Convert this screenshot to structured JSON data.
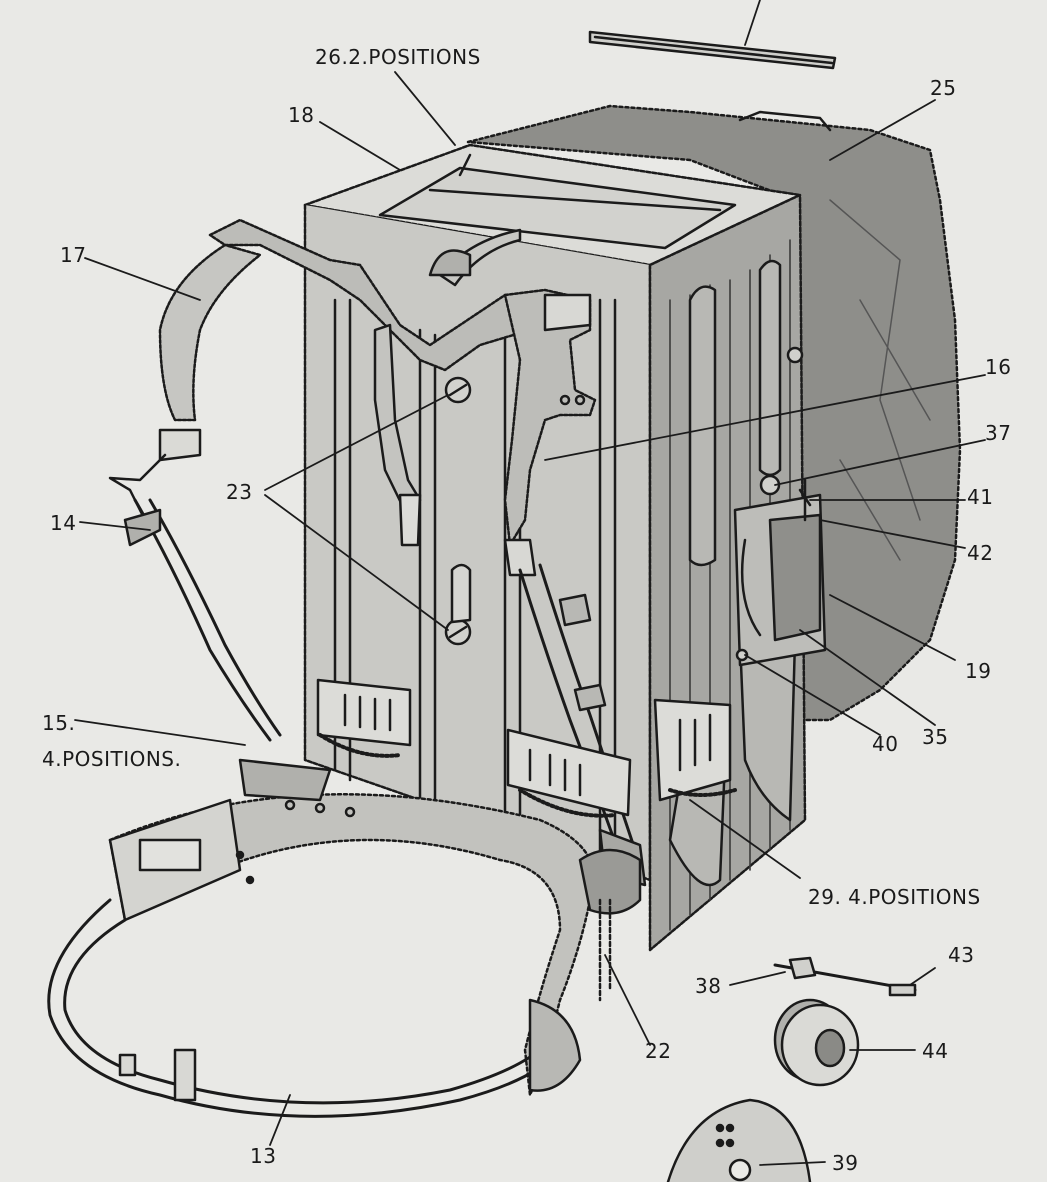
{
  "labels": {
    "l26": "26.2.POSITIONS",
    "l25": "25",
    "l18": "18",
    "l17": "17",
    "l16": "16",
    "l37": "37",
    "l41": "41",
    "l42": "42",
    "l23": "23",
    "l14": "14",
    "l19": "19",
    "l15": "15.",
    "l15pos": "4.POSITIONS.",
    "l40": "40",
    "l35": "35",
    "l29": "29. 4.POSITIONS",
    "l38": "38",
    "l43": "43",
    "l22": "22",
    "l44": "44",
    "l13": "13",
    "l39": "39"
  }
}
